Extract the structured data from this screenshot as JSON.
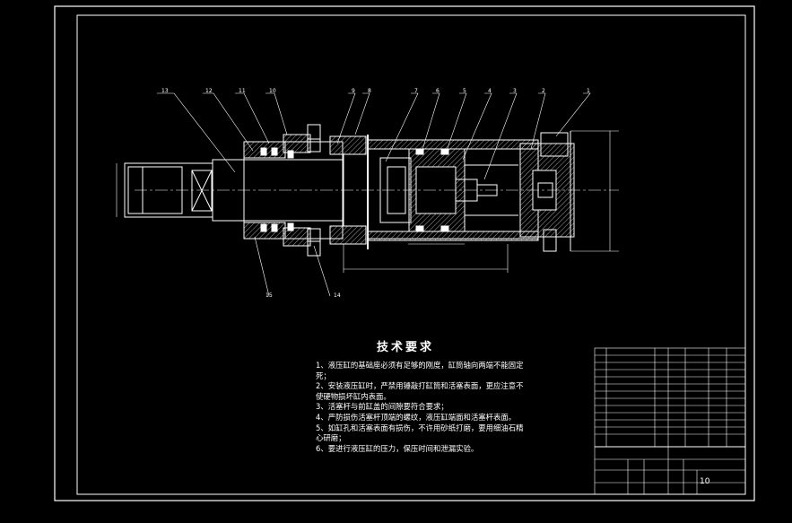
{
  "drawing": {
    "part_callouts": [
      "1",
      "2",
      "3",
      "4",
      "5",
      "6",
      "7",
      "8",
      "9",
      "10",
      "11",
      "12",
      "13",
      "14",
      "15"
    ],
    "technical_requirements": {
      "title": "技术要求",
      "items": [
        "1、液压缸的基础座必须有足够的刚度，缸筒轴向两端不能固定死；",
        "2、安装液压缸时，严禁用锤敲打缸筒和活塞表面，更应注意不使硬物损坏缸内表面。",
        "3、活塞杆与前缸盖的间隙要符合要求；",
        "4、严防损伤活塞杆顶端的螺纹，液压缸端面和活塞杆表面。",
        "5、如缸孔和活塞表面有损伤，不许用砂纸打磨，要用细油石精心研磨；",
        "6、要进行液压缸的压力，保压时间和泄漏实验。"
      ]
    },
    "title_block": {
      "sheet_number": "10"
    }
  }
}
